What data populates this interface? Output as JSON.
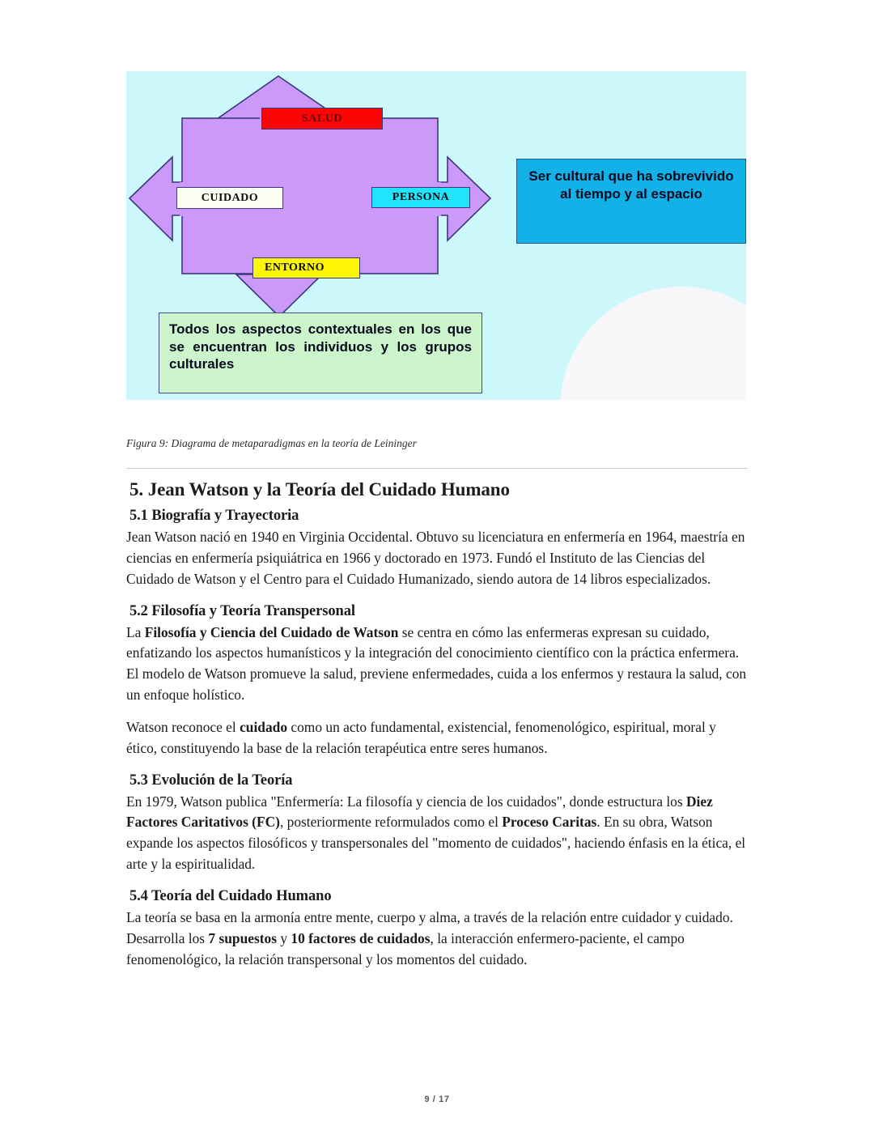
{
  "figure": {
    "caption": "Figura 9: Diagrama de metaparadigmas en la teoría de Leininger",
    "background_color": "#ccf7fb",
    "arrow_color": "#cc99fb",
    "arrow_border_color": "#3a3a7a",
    "diagram": {
      "type": "diagram",
      "center_shape": "four-way-arrow-cross",
      "labels": [
        {
          "id": "salud",
          "text": "SALUD",
          "position": "top",
          "fill": "#fb0505",
          "text_color": "#6b0a0a"
        },
        {
          "id": "cuidado",
          "text": "CUIDADO",
          "position": "left",
          "fill": "#fdfdf2",
          "text_color": "#0c0c0c"
        },
        {
          "id": "persona",
          "text": "PERSONA",
          "position": "right",
          "fill": "#21e3fb",
          "text_color": "#0c0c0c"
        },
        {
          "id": "entorno",
          "text": "ENTORNO",
          "position": "bottom",
          "fill": "#fcf505",
          "text_color": "#0c0c0c"
        }
      ],
      "callouts": [
        {
          "id": "persona-callout",
          "text": "Ser cultural que ha sobrevivido al tiempo y al espacio",
          "fill": "#12b2e8",
          "linked_to": "persona"
        },
        {
          "id": "entorno-callout",
          "text": "Todos los aspectos contextuales en los que se encuentran los individuos y los grupos culturales",
          "fill": "#ccf5cc",
          "linked_to": "entorno"
        }
      ]
    }
  },
  "section": {
    "heading": "5. Jean Watson y la Teoría del Cuidado Humano",
    "subsections": [
      {
        "heading": "5.1 Biografía y Trayectoria",
        "paragraphs": [
          "Jean Watson nació en 1940 en Virginia Occidental. Obtuvo su licenciatura en enfermería en 1964, maestría en ciencias en enfermería psiquiátrica en 1966 y doctorado en 1973. Fundó el Instituto de las Ciencias del Cuidado de Watson y el Centro para el Cuidado Humanizado, siendo autora de 14 libros especializados."
        ]
      },
      {
        "heading": "5.2 Filosofía y Teoría Transpersonal",
        "paragraphs": [
          "La Filosofía y Ciencia del Cuidado de Watson se centra en cómo las enfermeras expresan su cuidado, enfatizando los aspectos humanísticos y la integración del conocimiento científico con la práctica enfermera. El modelo de Watson promueve la salud, previene enfermedades, cuida a los enfermos y restaura la salud, con un enfoque holístico.",
          "Watson reconoce el cuidado como un acto fundamental, existencial, fenomenológico, espiritual, moral y ético, constituyendo la base de la relación terapéutica entre seres humanos."
        ],
        "bold_runs": [
          "Filosofía y Ciencia del Cuidado de Watson",
          "cuidado"
        ]
      },
      {
        "heading": "5.3 Evolución de la Teoría",
        "paragraphs": [
          "En 1979, Watson publica \"Enfermería: La filosofía y ciencia de los cuidados\", donde estructura los Diez Factores Caritativos (FC), posteriormente reformulados como el Proceso Caritas. En su obra, Watson expande los aspectos filosóficos y transpersonales del \"momento de cuidados\", haciendo énfasis en la ética, el arte y la espiritualidad."
        ],
        "bold_runs": [
          "Diez Factores Caritativos (FC)",
          "Proceso Caritas"
        ]
      },
      {
        "heading": "5.4 Teoría del Cuidado Humano",
        "paragraphs": [
          "La teoría se basa en la armonía entre mente, cuerpo y alma, a través de la relación entre cuidador y cuidado. Desarrolla los 7 supuestos y 10 factores de cuidados, la interacción enfermero-paciente, el campo fenomenológico, la relación transpersonal y los momentos del cuidado."
        ],
        "bold_runs": [
          "7 supuestos",
          "10 factores de cuidados"
        ]
      }
    ],
    "text_fragments": {
      "p21_a": "La ",
      "p21_b": "Filosofía y Ciencia del Cuidado de Watson",
      "p21_c": " se centra en cómo las enfermeras expresan su cuidado, enfatizando los aspectos humanísticos y la integración del conocimiento científico con la práctica enfermera. El modelo de Watson promueve la salud, previene enfermedades, cuida a los enfermos y restaura la salud, con un enfoque holístico.",
      "p22_a": "Watson reconoce el ",
      "p22_b": "cuidado",
      "p22_c": " como un acto fundamental, existencial, fenomenológico, espiritual, moral y ético, constituyendo la base de la relación terapéutica entre seres humanos.",
      "p31_a": "En 1979, Watson publica \"Enfermería: La filosofía y ciencia de los cuidados\", donde estructura los ",
      "p31_b": "Diez Factores Caritativos (FC)",
      "p31_c": ", posteriormente reformulados como el ",
      "p31_d": "Proceso Caritas",
      "p31_e": ". En su obra, Watson expande los aspectos filosóficos y transpersonales del \"momento de cuidados\", haciendo énfasis en la ética, el arte y la espiritualidad.",
      "p41_a": "La teoría se basa en la armonía entre mente, cuerpo y alma, a través de la relación entre cuidador y cuidado. Desarrolla los ",
      "p41_b": "7 supuestos",
      "p41_c": " y ",
      "p41_d": "10 factores de cuidados",
      "p41_e": ", la interacción enfermero-paciente, el campo fenomenológico, la relación transpersonal y los momentos del cuidado."
    }
  },
  "footer": {
    "page_indicator": "9 / 17"
  }
}
